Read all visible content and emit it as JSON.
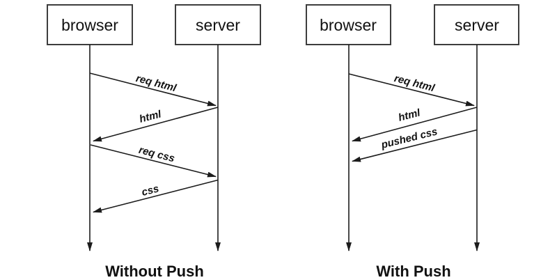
{
  "colors": {
    "background": "#ffffff",
    "line_stroke": "#1c1c1c",
    "box_border": "#3d3d3d",
    "text": "#111111"
  },
  "diagrams": [
    {
      "id": "without-push",
      "caption": "Without Push",
      "actors": [
        {
          "label": "browser"
        },
        {
          "label": "server"
        }
      ],
      "messages": [
        {
          "label": "req html",
          "from": "browser",
          "to": "server"
        },
        {
          "label": "html",
          "from": "server",
          "to": "browser"
        },
        {
          "label": "req css",
          "from": "browser",
          "to": "server"
        },
        {
          "label": "css",
          "from": "server",
          "to": "browser"
        }
      ]
    },
    {
      "id": "with-push",
      "caption": "With Push",
      "actors": [
        {
          "label": "browser"
        },
        {
          "label": "server"
        }
      ],
      "messages": [
        {
          "label": "req html",
          "from": "browser",
          "to": "server"
        },
        {
          "label": "html",
          "from": "server",
          "to": "browser"
        },
        {
          "label": "pushed css",
          "from": "server",
          "to": "browser"
        }
      ]
    }
  ]
}
